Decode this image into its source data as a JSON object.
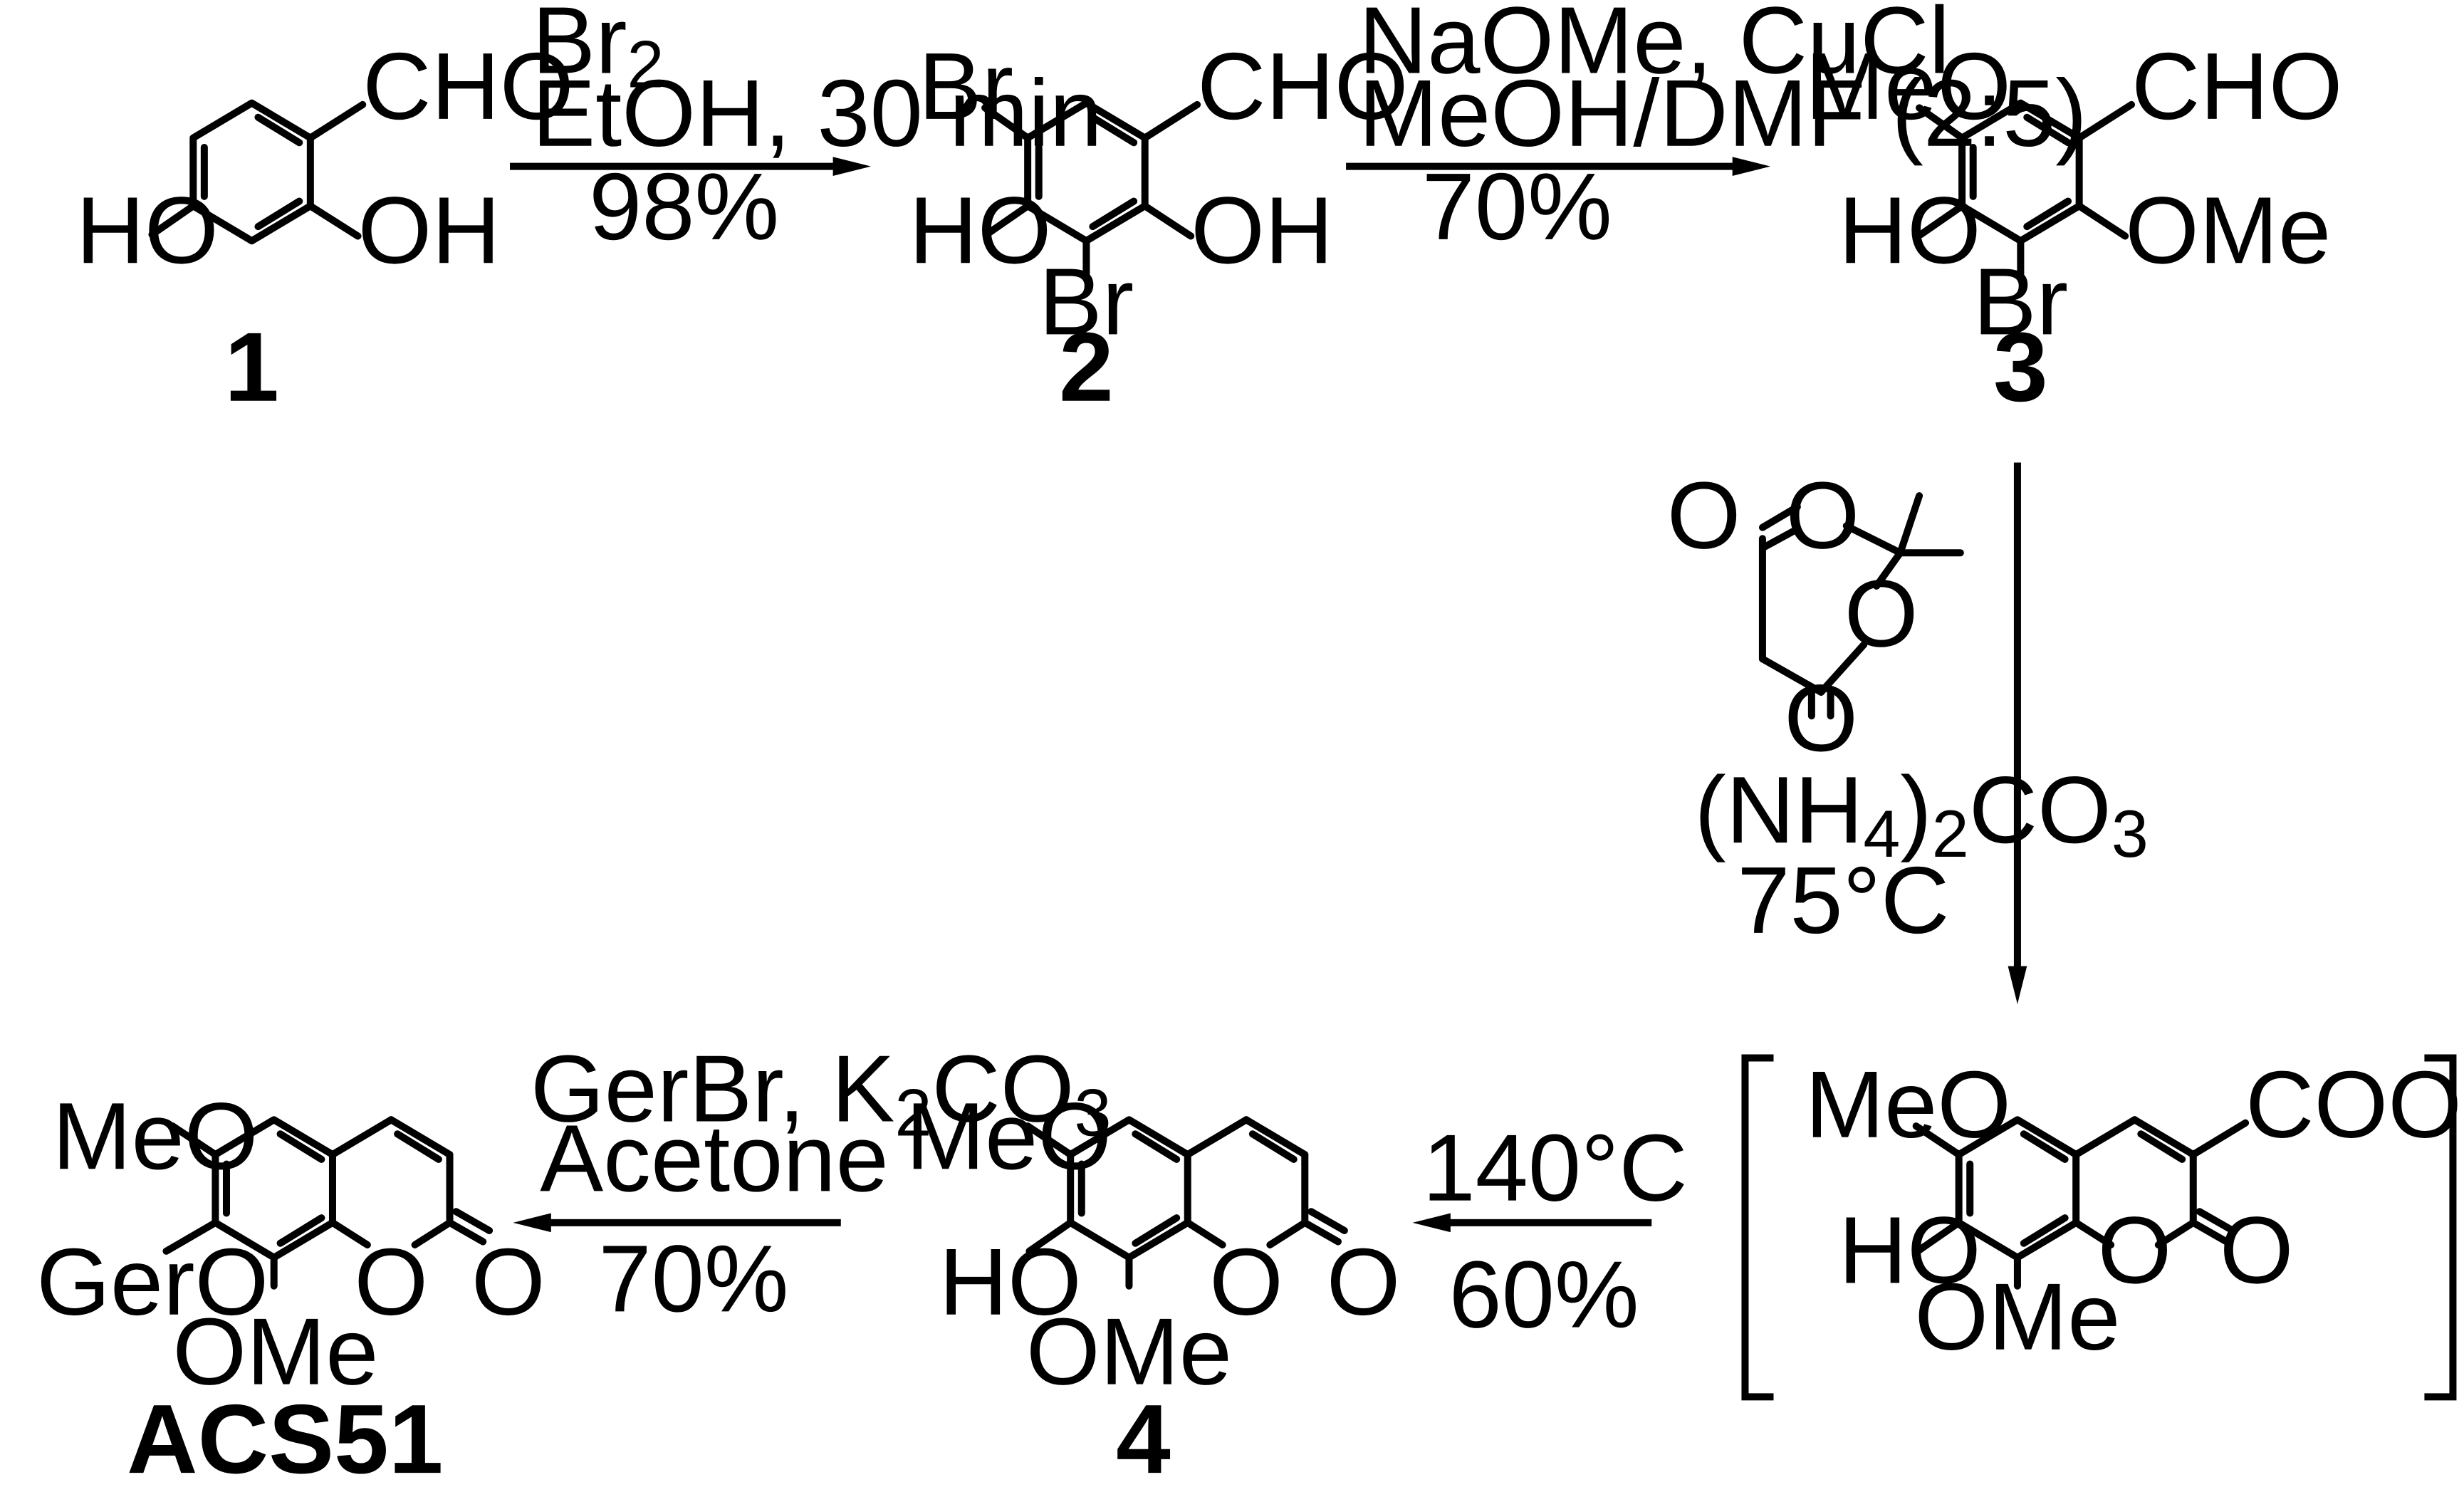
{
  "compounds": {
    "c1": {
      "label": "1",
      "cho": "CHO",
      "ho_left": "HO",
      "oh_right": "OH"
    },
    "c2": {
      "label": "2",
      "cho": "CHO",
      "br_top": "Br",
      "br_bottom": "Br",
      "ho_left": "HO",
      "oh_right": "OH"
    },
    "c3": {
      "label": "3",
      "cho": "CHO",
      "meo": "MeO",
      "ho": "HO",
      "ome": "OMe",
      "br": "Br"
    },
    "intermediate": {
      "cooh": "COOH",
      "meo": "MeO",
      "ho": "HO",
      "ome": "OMe",
      "ring_o": "O",
      "carbonyl_o": "O"
    },
    "c4": {
      "label": "4",
      "meo": "MeO",
      "ho": "HO",
      "ome": "OMe",
      "ring_o": "O",
      "carbonyl_o": "O"
    },
    "acs51": {
      "label": "ACS51",
      "meo": "MeO",
      "gero": "GerO",
      "ome": "OMe",
      "ring_o": "O",
      "carbonyl_o": "O"
    }
  },
  "reagents": {
    "meldrums": {
      "o_carbonyl_top": "O",
      "o_ring_top": "O",
      "o_ring_bottom": "O",
      "o_carbonyl_bottom": "O"
    }
  },
  "steps": {
    "step1": {
      "reagent_base": "Br",
      "reagent_sub": "2",
      "conditions": "EtOH, 30 min",
      "yield": "98%"
    },
    "step2": {
      "reagents": "NaOMe, CuCl",
      "solvent": "MeOH/DMF (2:5)",
      "yield": "70%"
    },
    "step3": {
      "reagent_pre": "(NH",
      "reagent_sub1": "4",
      "reagent_mid": ")",
      "reagent_sub2": "2",
      "reagent_post": "CO",
      "reagent_sub3": "3",
      "temperature": "75°C"
    },
    "step4": {
      "temperature": "140°C",
      "yield": "60%"
    },
    "step5": {
      "reagent_pre": "GerBr, K",
      "reagent_sub1": "2",
      "reagent_mid": "CO",
      "reagent_sub2": "3",
      "solvent": "Acetone",
      "yield": "70%"
    }
  }
}
